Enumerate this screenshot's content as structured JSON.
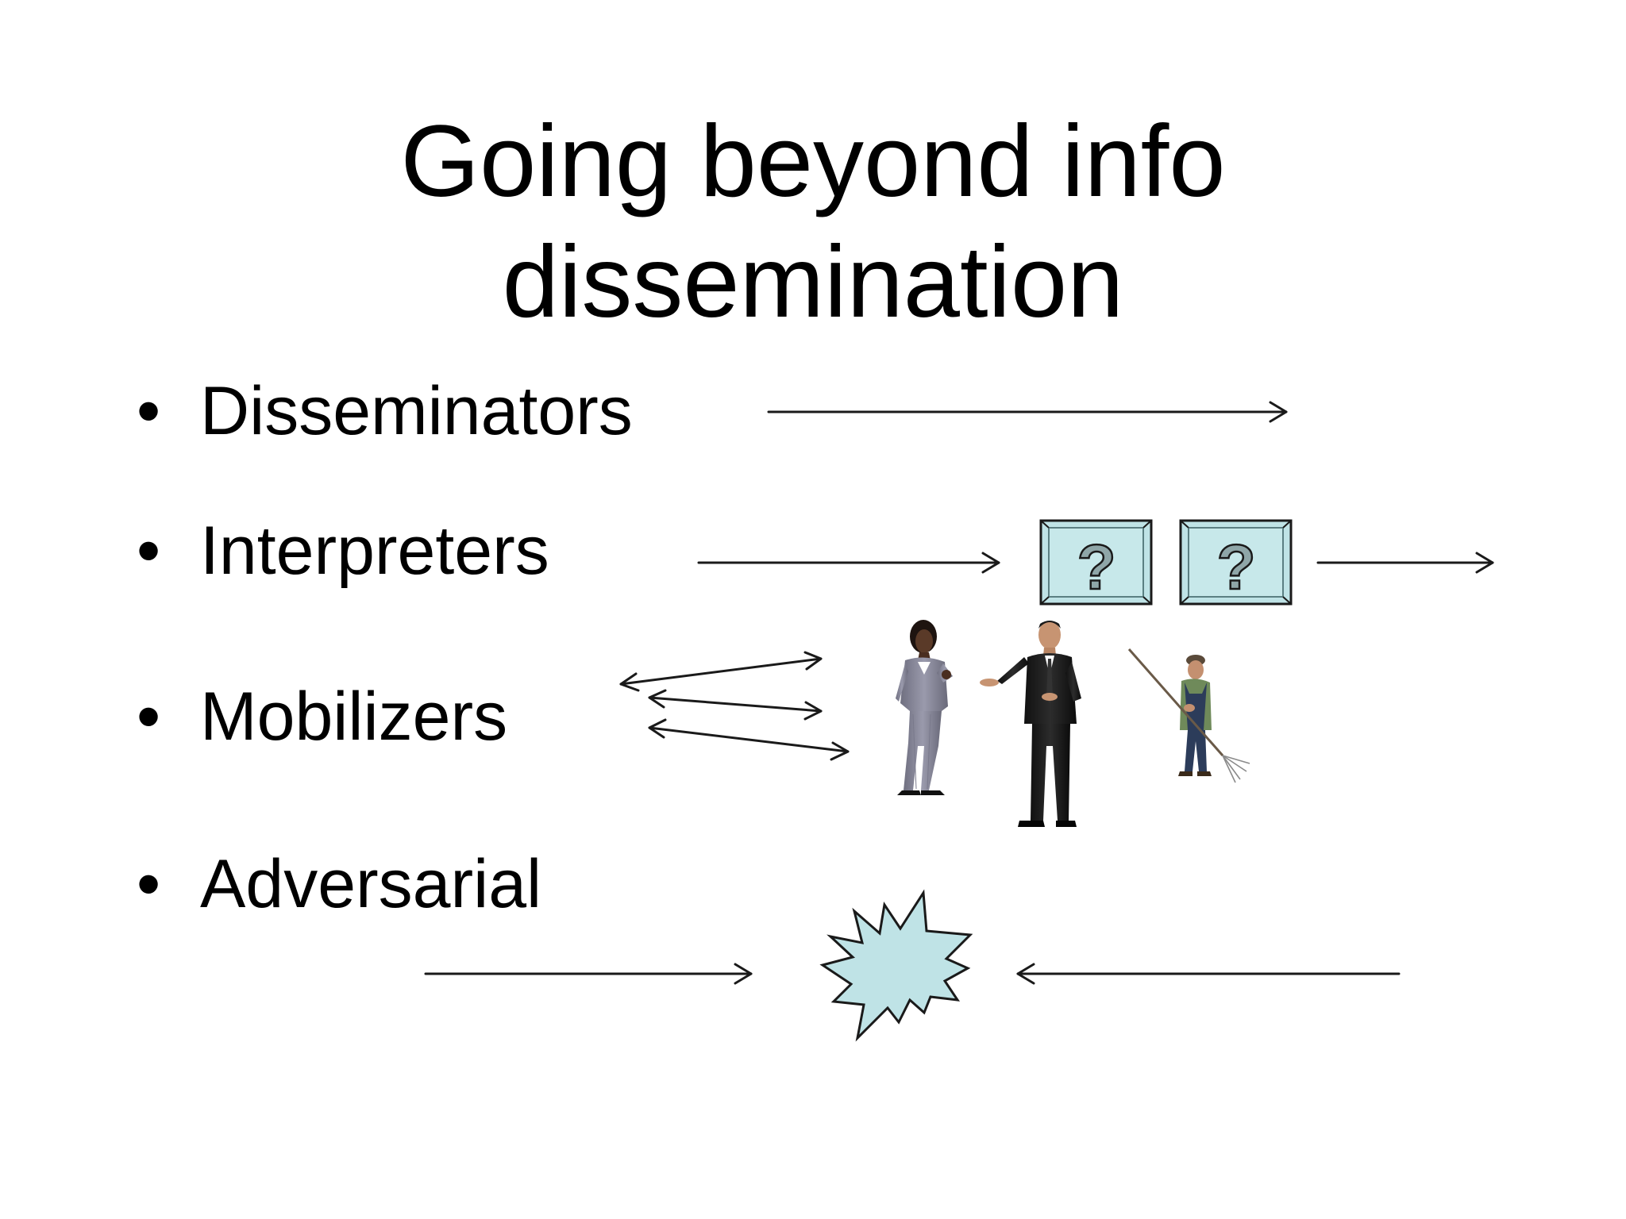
{
  "slide": {
    "title_line1": "Going beyond info",
    "title_line2": "dissemination",
    "bullet_glyph": "•",
    "bullets": [
      {
        "label": "Disseminators"
      },
      {
        "label": "Interpreters"
      },
      {
        "label": "Mobilizers"
      },
      {
        "label": "Adversarial"
      }
    ],
    "question_mark": "?"
  },
  "colors": {
    "background": "#ffffff",
    "text": "#000000",
    "box_fill": "#bfe3e6",
    "burst_fill": "#bfe3e6",
    "stroke": "#1a1a1a"
  },
  "icons": [
    "arrow-right-icon",
    "arrow-left-icon",
    "double-arrow-icon",
    "question-box-icon",
    "explosion-burst-icon",
    "person-businesswoman-icon",
    "person-businessman-icon",
    "person-farmer-icon"
  ]
}
